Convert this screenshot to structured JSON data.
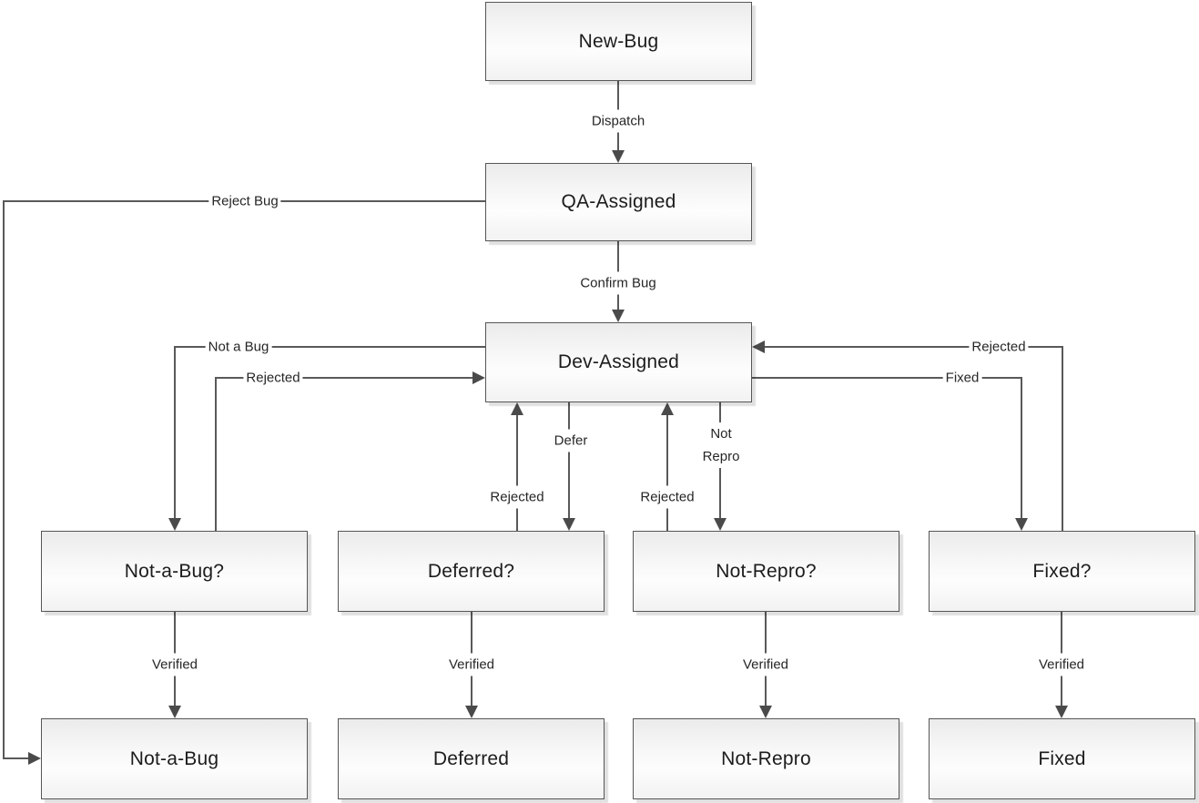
{
  "diagram": {
    "type": "flowchart",
    "description": "Bug lifecycle state diagram",
    "colors": {
      "background": "#ffffff",
      "node_border": "#565656",
      "node_fill_top": "#ebebeb",
      "node_fill_bottom": "#f2f2f2",
      "connector_line": "#595959",
      "arrowhead": "#4a4a4a",
      "text": "#1c1c1c"
    },
    "nodes": [
      {
        "id": "new_bug",
        "label": "New-Bug"
      },
      {
        "id": "qa_assigned",
        "label": "QA-Assigned"
      },
      {
        "id": "dev_assigned",
        "label": "Dev-Assigned"
      },
      {
        "id": "not_a_bug_q",
        "label": "Not-a-Bug?"
      },
      {
        "id": "deferred_q",
        "label": "Deferred?"
      },
      {
        "id": "not_repro_q",
        "label": "Not-Repro?"
      },
      {
        "id": "fixed_q",
        "label": "Fixed?"
      },
      {
        "id": "not_a_bug",
        "label": "Not-a-Bug"
      },
      {
        "id": "deferred",
        "label": "Deferred"
      },
      {
        "id": "not_repro",
        "label": "Not-Repro"
      },
      {
        "id": "fixed",
        "label": "Fixed"
      }
    ],
    "edges": [
      {
        "from": "new_bug",
        "to": "qa_assigned",
        "label": "Dispatch"
      },
      {
        "from": "qa_assigned",
        "to": "dev_assigned",
        "label": "Confirm Bug"
      },
      {
        "from": "qa_assigned",
        "to": "not_a_bug",
        "label": "Reject Bug"
      },
      {
        "from": "dev_assigned",
        "to": "not_a_bug_q",
        "label": "Not a Bug"
      },
      {
        "from": "not_a_bug_q",
        "to": "dev_assigned",
        "label": "Rejected"
      },
      {
        "from": "dev_assigned",
        "to": "deferred_q",
        "label": "Defer"
      },
      {
        "from": "deferred_q",
        "to": "dev_assigned",
        "label": "Rejected"
      },
      {
        "from": "dev_assigned",
        "to": "not_repro_q",
        "label": "Not Repro"
      },
      {
        "from": "not_repro_q",
        "to": "dev_assigned",
        "label": "Rejected"
      },
      {
        "from": "dev_assigned",
        "to": "fixed_q",
        "label": "Fixed"
      },
      {
        "from": "fixed_q",
        "to": "dev_assigned",
        "label": "Rejected"
      },
      {
        "from": "not_a_bug_q",
        "to": "not_a_bug",
        "label": "Verified"
      },
      {
        "from": "deferred_q",
        "to": "deferred",
        "label": "Verified"
      },
      {
        "from": "not_repro_q",
        "to": "not_repro",
        "label": "Verified"
      },
      {
        "from": "fixed_q",
        "to": "fixed",
        "label": "Verified"
      }
    ]
  }
}
